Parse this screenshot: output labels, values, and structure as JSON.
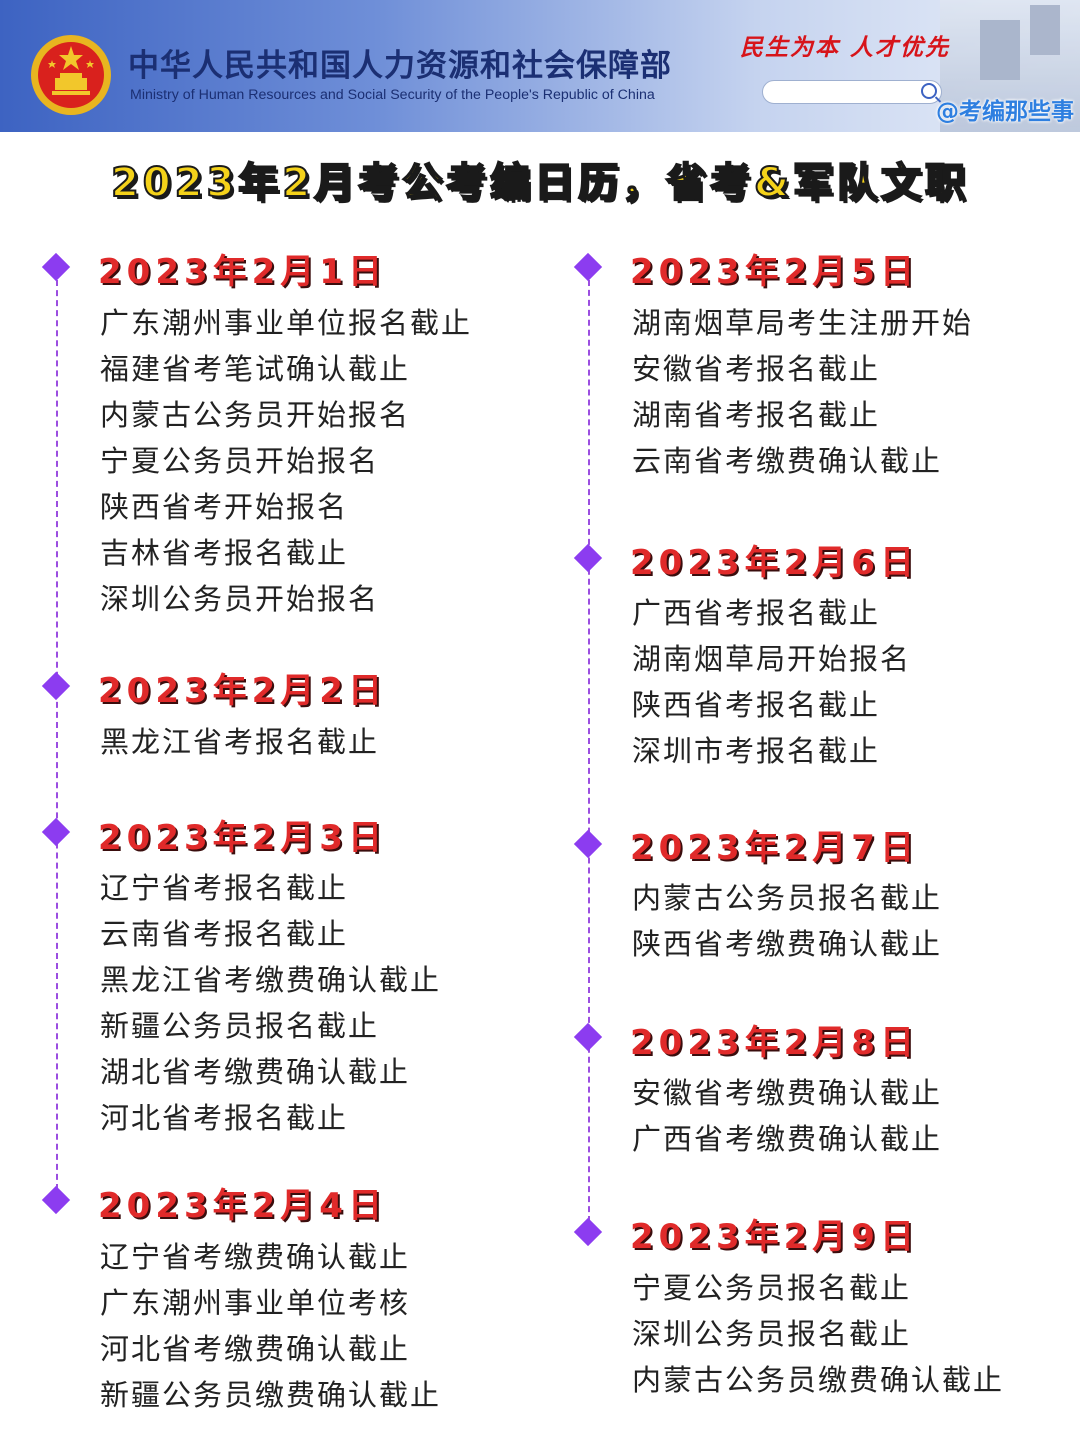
{
  "header": {
    "ministry_cn": "中华人民共和国人力资源和社会保障部",
    "ministry_en": "Ministry of Human Resources and Social Security of the People's Republic of China",
    "slogan": "民生为本 人才优先",
    "watermark": "@考编那些事"
  },
  "title": "2023年2月考公考编日历，省考&军队文职",
  "colors": {
    "date_red": "#e02a2a",
    "timeline_purple": "#8c3cf0",
    "title_yellow": "#f4d21a",
    "banner_blue": "#3d63c2"
  },
  "left_column": [
    {
      "date": "2023年2月1日",
      "events": [
        "广东潮州事业单位报名截止",
        "福建省考笔试确认截止",
        "内蒙古公务员开始报名",
        "宁夏公务员开始报名",
        "陕西省考开始报名",
        "吉林省考报名截止",
        "深圳公务员开始报名"
      ]
    },
    {
      "date": "2023年2月2日",
      "events": [
        "黑龙江省考报名截止"
      ]
    },
    {
      "date": "2023年2月3日",
      "events": [
        "辽宁省考报名截止",
        "云南省考报名截止",
        "黑龙江省考缴费确认截止",
        "新疆公务员报名截止",
        "湖北省考缴费确认截止",
        "河北省考报名截止"
      ]
    },
    {
      "date": "2023年2月4日",
      "events": [
        "辽宁省考缴费确认截止",
        "广东潮州事业单位考核",
        "河北省考缴费确认截止",
        "新疆公务员缴费确认截止"
      ]
    }
  ],
  "right_column": [
    {
      "date": "2023年2月5日",
      "events": [
        "湖南烟草局考生注册开始",
        "安徽省考报名截止",
        "湖南省考报名截止",
        "云南省考缴费确认截止"
      ]
    },
    {
      "date": "2023年2月6日",
      "events": [
        "广西省考报名截止",
        "湖南烟草局开始报名",
        "陕西省考报名截止",
        "深圳市考报名截止"
      ]
    },
    {
      "date": "2023年2月7日",
      "events": [
        "内蒙古公务员报名截止",
        "陕西省考缴费确认截止"
      ]
    },
    {
      "date": "2023年2月8日",
      "events": [
        "安徽省考缴费确认截止",
        "广西省考缴费确认截止"
      ]
    },
    {
      "date": "2023年2月9日",
      "events": [
        "宁夏公务员报名截止",
        "深圳公务员报名截止",
        "内蒙古公务员缴费确认截止"
      ]
    }
  ]
}
